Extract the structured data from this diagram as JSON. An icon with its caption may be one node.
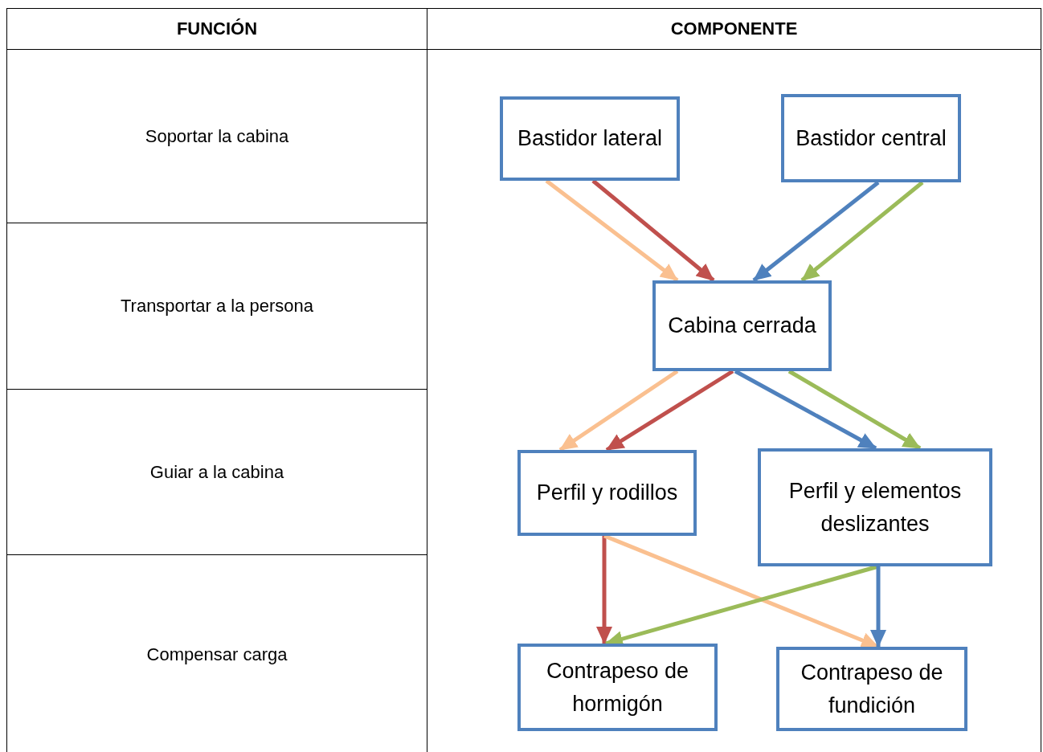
{
  "diagram": {
    "nodes": [
      {
        "text": [
          "Bastidor lateral"
        ]
      },
      {
        "text": [
          "Bastidor central"
        ]
      },
      {
        "text": [
          "Cabina cerrada"
        ]
      },
      {
        "text": [
          "Perfil y rodillos"
        ]
      },
      {
        "text": [
          "Perfil y elementos deslizantes"
        ]
      },
      {
        "text": [
          "Contrapeso de hormigón"
        ]
      },
      {
        "text": [
          "Contrapeso de fundición"
        ]
      }
    ],
    "edges": [
      {
        "from": 0,
        "to": 2,
        "arrow": "to",
        "color": "#fac090"
      },
      {
        "from": 0,
        "to": 2,
        "arrow": "to",
        "color": "#c0504d"
      },
      {
        "from": 1,
        "to": 2,
        "arrow": "to",
        "color": "#4f81bd"
      },
      {
        "from": 1,
        "to": 2,
        "arrow": "to",
        "color": "#9bbb59"
      },
      {
        "from": 2,
        "to": 3,
        "arrow": "to",
        "color": "#fac090"
      },
      {
        "from": 2,
        "to": 3,
        "arrow": "to",
        "color": "#c0504d"
      },
      {
        "from": 2,
        "to": 4,
        "arrow": "to",
        "color": "#4f81bd"
      },
      {
        "from": 2,
        "to": 4,
        "arrow": "to",
        "color": "#9bbb59"
      },
      {
        "from": 3,
        "to": 5,
        "arrow": "to",
        "color": "#c0504d"
      },
      {
        "from": 3,
        "to": 6,
        "arrow": "to",
        "color": "#fac090"
      },
      {
        "from": 4,
        "to": 5,
        "arrow": "to",
        "color": "#9bbb59"
      },
      {
        "from": 4,
        "to": 6,
        "arrow": "to",
        "color": "#4f81bd"
      }
    ],
    "labels": [
      "FUNCIÓN",
      "COMPONENTE",
      "Soportar la cabina",
      "Transportar a la persona",
      "Guiar a la cabina",
      "Compensar carga"
    ]
  }
}
